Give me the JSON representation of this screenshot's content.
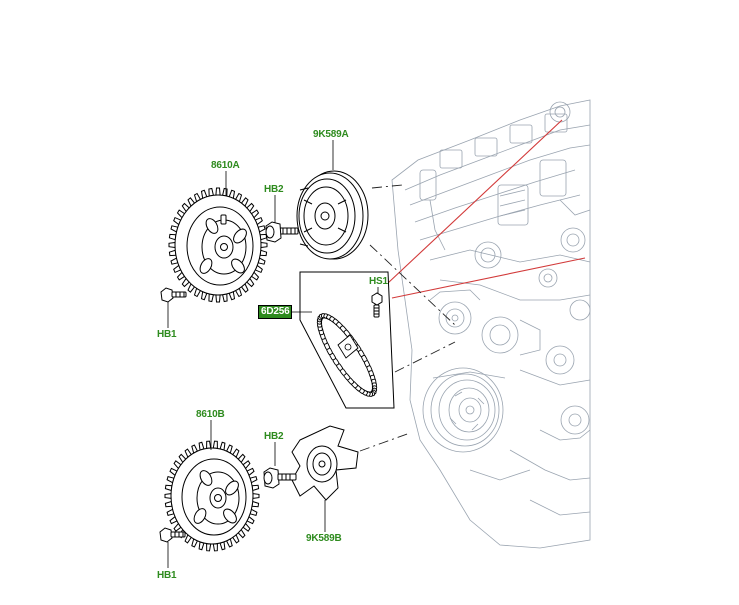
{
  "colors": {
    "label_green": "#2e8b1e",
    "badge_bg": "#2e8b1e",
    "badge_text": "#ffffff",
    "line": "#000000",
    "leader": "#000000",
    "red_line": "#d23a3a",
    "engine_line": "#9aa4b0"
  },
  "parts": {
    "sprocket_upper": {
      "label": "8610A"
    },
    "pulley_upper": {
      "label": "9K589A"
    },
    "bolt_upper_center": {
      "label": "HB2"
    },
    "bolt_upper_left": {
      "label": "HB1"
    },
    "chain_kit": {
      "label": "6D256"
    },
    "chain_bolt": {
      "label": "HS1"
    },
    "sprocket_lower": {
      "label": "8610B"
    },
    "bolt_lower_center": {
      "label": "HB2"
    },
    "bolt_lower_left": {
      "label": "HB1"
    },
    "pulley_lower": {
      "label": "9K589B"
    }
  }
}
